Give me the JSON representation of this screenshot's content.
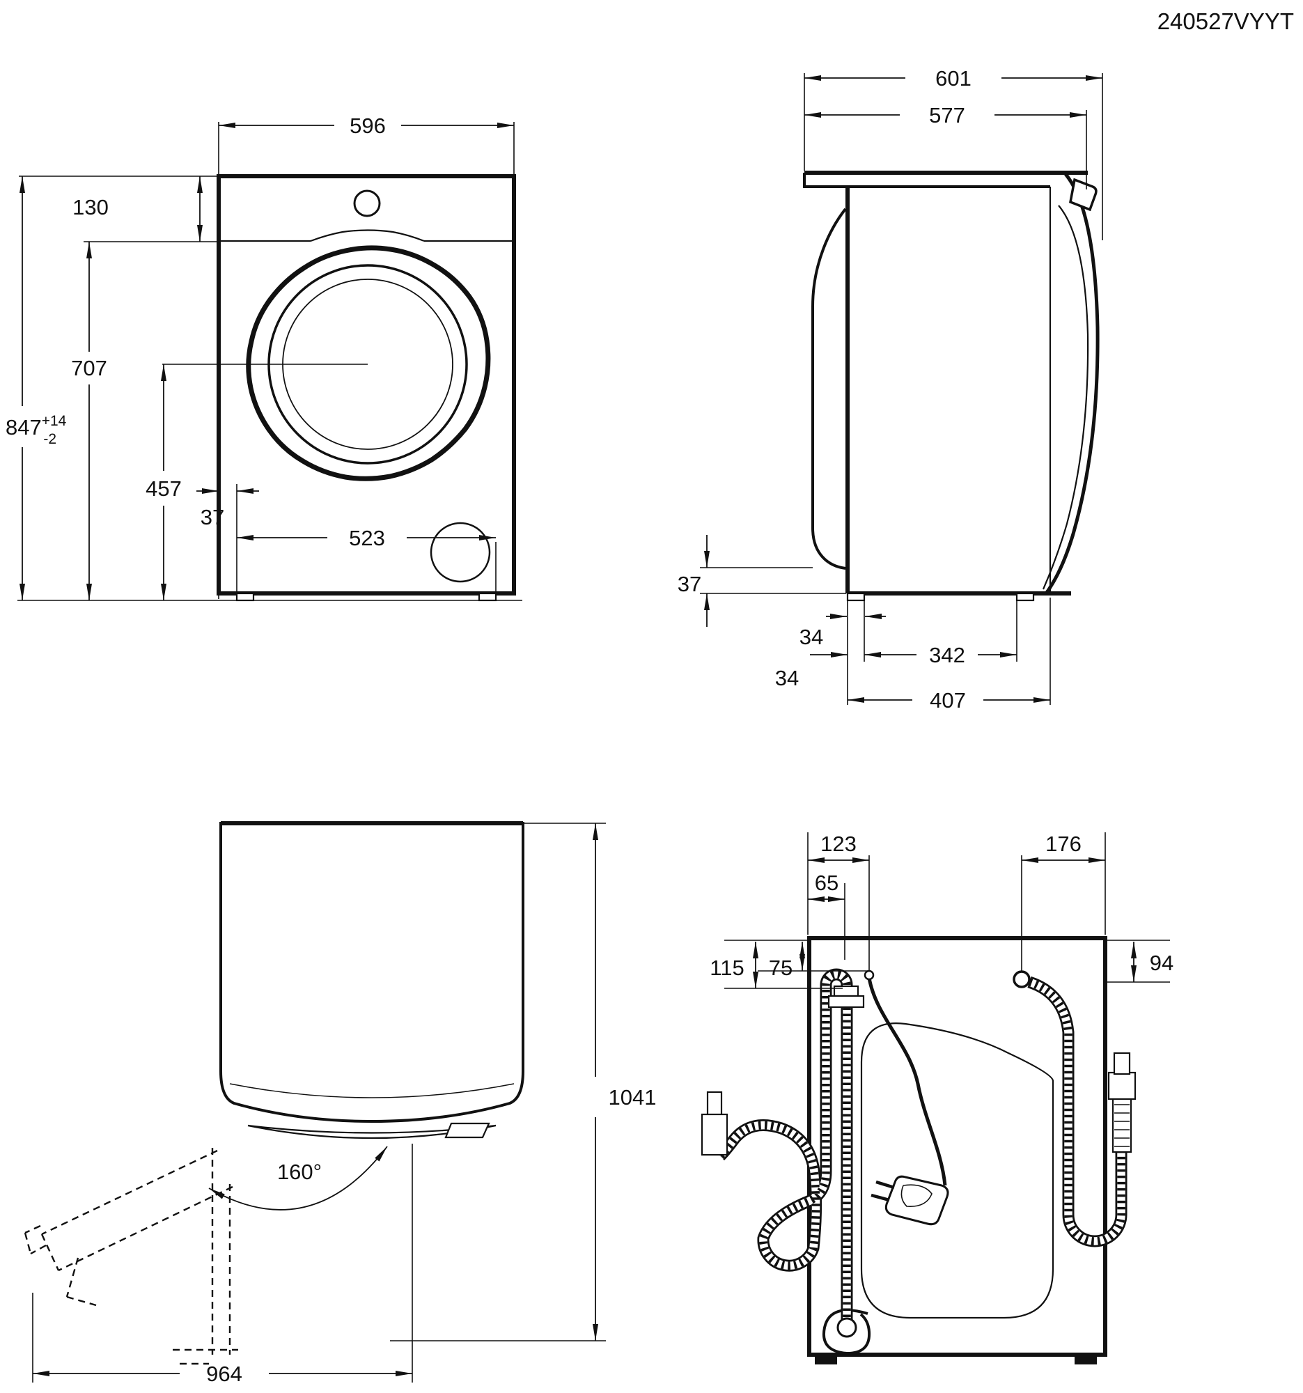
{
  "title": "240527VYYT",
  "views": {
    "front": {
      "dims": {
        "width": "596",
        "top_panel_height": "130",
        "door_center_height": "707",
        "overall_height": "847",
        "overall_height_tol_plus": "+14",
        "overall_height_tol_minus": "-2",
        "door_center_from_floor": "457",
        "foot_inset": "37",
        "feet_span": "523"
      }
    },
    "side": {
      "dims": {
        "depth_with_door": "601",
        "depth_body": "577",
        "plinth_recess": "37",
        "rear_foot_width": "34",
        "rear_foot_inset": "34",
        "feet_distance": "342",
        "feet_span": "407"
      }
    },
    "top": {
      "dims": {
        "height_door_open": "1041",
        "door_opening_angle": "160°",
        "depth_door_open": "964"
      }
    },
    "rear": {
      "dims": {
        "power_cord_offset": "123",
        "drain_hose_offset": "65",
        "inlet_hose_offset": "176",
        "drain_clamp_drop": "115",
        "drain_hose_drop": "75",
        "inlet_hose_drop": "94"
      }
    }
  }
}
